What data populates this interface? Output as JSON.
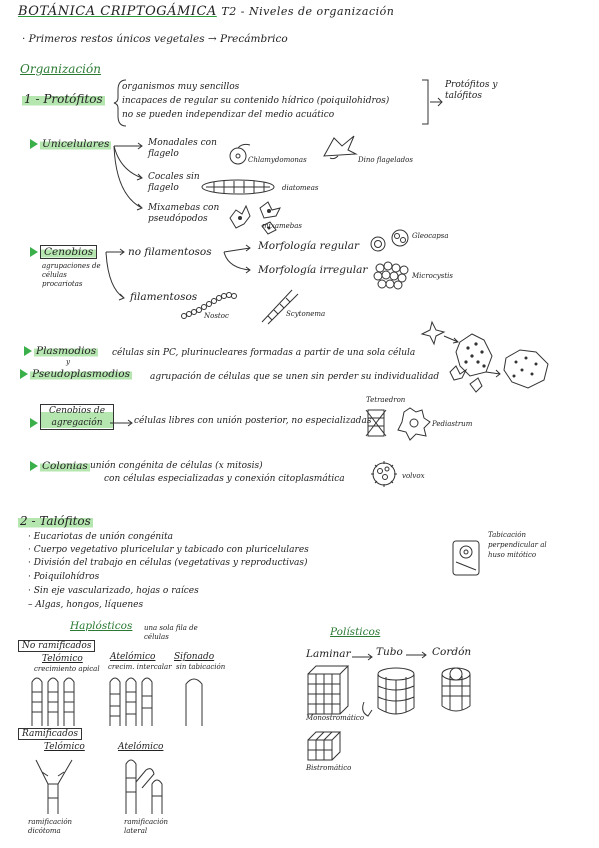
{
  "title": {
    "main": "BOTÁNICA CRIPTOGÁMICA",
    "sub": "T2 - Niveles de organización"
  },
  "intro": "· Primeros restos únicos vegetales → Precámbrico",
  "organizacion": "Organización",
  "protofitos": {
    "label": "1 - Protófitos",
    "lines": [
      "organismos muy sencillos",
      "incapaces de regular su contenido hídrico (poiquilohidros)",
      "no se pueden independizar del medio acuático"
    ],
    "result": "Protófitos y talófitos"
  },
  "unicelulares": {
    "label": "Unicelulares",
    "mon": "Monadales con flagelo",
    "chlamy": "Chlamydomonas",
    "dino": "Dino flagelados",
    "coc": "Cocales sin flagelo",
    "diatom": "diatomeas",
    "mix": "Mixamebas con pseudópodos",
    "mixa": "mixamebas"
  },
  "cenobios": {
    "label": "Cenobios",
    "desc": "agrupaciones de células procariotas",
    "nofil": "no filamentosos",
    "regular": "Morfología regular",
    "irregular": "Morfología irregular",
    "gleo": "Gleocapsa",
    "micro": "Microcystis",
    "fil": "filamentosos",
    "nostoc": "Nostoc",
    "scyto": "Scytonema"
  },
  "plasmodios": {
    "label1": "Plasmodios",
    "y": "y",
    "label2": "Pseudoplasmodios",
    "desc1": "células sin PC, plurinucleares formadas a partir de una sola célula",
    "desc2": "agrupación de células que se unen sin perder su individualidad"
  },
  "cenobios2": {
    "label": "Cenobios de agregación",
    "desc": "células libres con unión posterior, no especializadas",
    "tetra": "Tetraedron",
    "pedi": "Pediastrum"
  },
  "colonias": {
    "label": "Colonias",
    "desc1": "unión congénita de células (x mitosis)",
    "desc2": "con células especializadas y conexión citoplasmática",
    "volvox": "volvox"
  },
  "talofitos": {
    "label": "2 - Talófitos",
    "items": [
      "· Eucariotas de unión congénita",
      "· Cuerpo vegetativo pluricelular y tabicado con pluricelulares",
      "· División del trabajo en células (vegetativas y reproductivas)",
      "· Poiquilohídros",
      "· Sin eje vascularizado, hojas o raíces",
      "– Algas, hongos, líquenes"
    ],
    "note": "Tabicación perpendicular al huso mitótico"
  },
  "haplo": {
    "label": "Haplósticos",
    "desc": "una sola fila de células",
    "noram": "No ramificados",
    "telomico": "Telómico",
    "telomico_sub": "crecimiento apical",
    "atelomico": "Atelómico",
    "atelomico_sub": "crecim. intercalar",
    "sifonado": "Sifonado",
    "sifonado_sub": "sin tabicación",
    "ram": "Ramificados",
    "telomico2": "Telómico",
    "atelomico2": "Atelómico",
    "ram_dic": "ramificación dicótoma",
    "ram_lat": "ramificación lateral"
  },
  "poli": {
    "label": "Polísticos",
    "laminar": "Laminar",
    "tubo": "Tubo",
    "cordon": "Cordón",
    "mono": "Monostromático",
    "bi": "Bistromático"
  },
  "icons": [
    "cell-icon",
    "star-cell-icon",
    "filament-icon",
    "cluster-icon",
    "colony-icon"
  ]
}
